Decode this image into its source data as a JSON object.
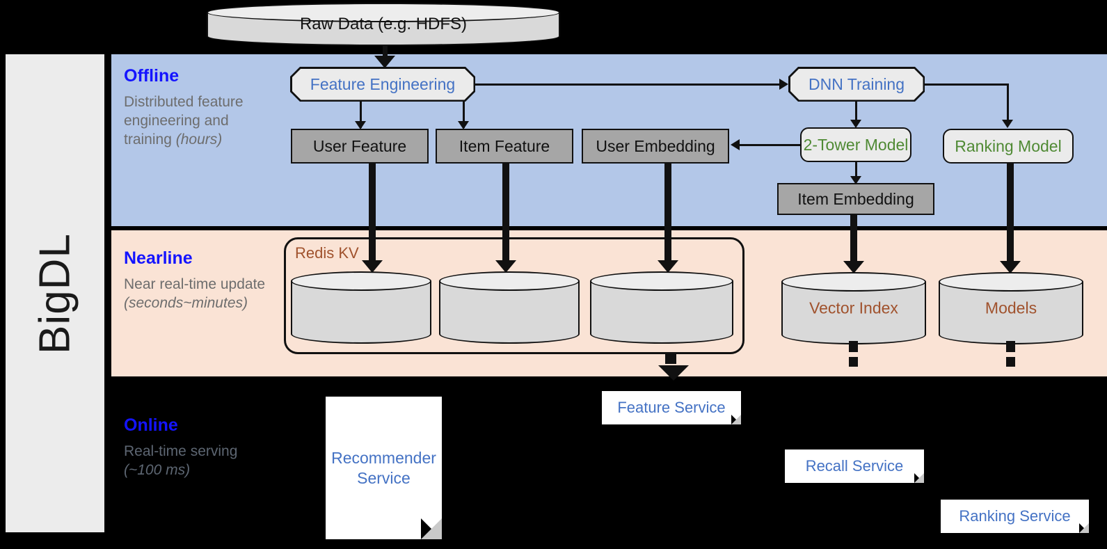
{
  "sidebar": {
    "label": "BigDL"
  },
  "bands": [
    {
      "name": "offline",
      "title": "Offline",
      "subtitle_plain": "Distributed feature engineering and training ",
      "subtitle_italic": "(hours)"
    },
    {
      "name": "nearline",
      "title": "Nearline",
      "subtitle_plain": "Near real-time update ",
      "subtitle_italic": "(seconds~minutes)"
    },
    {
      "name": "online",
      "title": "Online",
      "subtitle_plain": "Real-time serving ",
      "subtitle_italic": "(~100 ms)"
    }
  ],
  "source": {
    "label": "Raw Data (e.g. HDFS)"
  },
  "offline": {
    "feature_engineering": "Feature Engineering",
    "dnn_training": "DNN Training",
    "user_feature": "User Feature",
    "item_feature": "Item Feature",
    "user_embedding": "User Embedding",
    "two_tower_model": "2-Tower Model",
    "ranking_model": "Ranking Model",
    "item_embedding": "Item Embedding"
  },
  "nearline": {
    "redis_kv": "Redis KV",
    "stores": [
      "",
      "",
      ""
    ],
    "vector_index": "Vector Index",
    "models": "Models"
  },
  "online": {
    "recommender_service": "Recommender Service",
    "feature_service": "Feature Service",
    "recall_service": "Recall Service",
    "ranking_service": "Ranking Service"
  },
  "colors": {
    "offline_band": "#b3c7e8",
    "nearline_band": "#fae3d5",
    "online_band": "#000000",
    "band_title": "#1414ff",
    "blue_text": "#4472c4",
    "green_text": "#4f8a34",
    "brown_text": "#a0522d",
    "gray_box": "#a6a6a6",
    "sidebar": "#ececec"
  }
}
